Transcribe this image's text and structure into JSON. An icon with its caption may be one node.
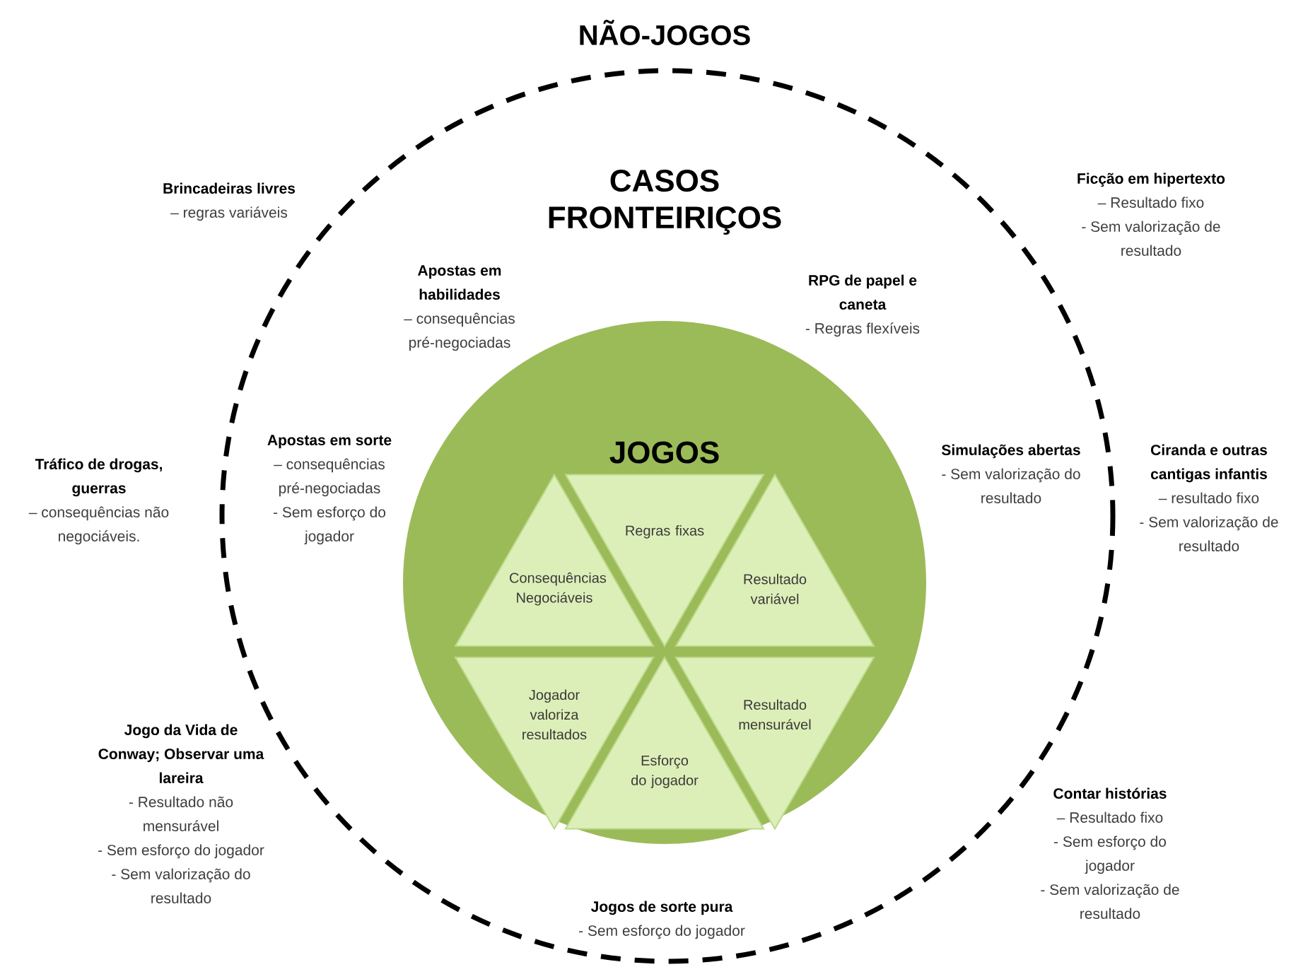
{
  "diagram": {
    "nodes": [
      {
        "text": [
          "CASOS FRONTEIRIÇOS"
        ]
      },
      {
        "text": [
          "JOGOS"
        ],
        "in": 0
      },
      {
        "text": [
          "Regras fixas"
        ],
        "in": 1
      },
      {
        "text": [
          "Consequências Negociáveis"
        ],
        "in": 1
      },
      {
        "text": [
          "Resultado variável"
        ],
        "in": 1
      },
      {
        "text": [
          "Jogador valoriza resultados"
        ],
        "in": 1
      },
      {
        "text": [
          "Resultado mensurável"
        ],
        "in": 1
      },
      {
        "text": [
          "Esforço do jogador"
        ],
        "in": 1
      }
    ],
    "labels": [
      "NÃO-JOGOS",
      "Brincadeiras livres",
      "– regras variáveis",
      "Ficção em hipertexto",
      "– Resultado fixo",
      "- Sem valorização de resultado",
      "Apostas em habilidades",
      "– consequências pré-negociadas",
      "RPG de papel e caneta",
      "- Regras flexíveis",
      "Tráfico de drogas, guerras",
      "– consequências não negociáveis.",
      "Apostas em sorte",
      "– consequências pré-negociadas",
      "- Sem esforço do jogador",
      "Simulações abertas",
      "- Sem valorização do resultado",
      "Ciranda e outras cantigas infantis",
      "– resultado fixo",
      "- Sem valorização de resultado",
      "Jogo da Vida de Conway; Observar uma lareira",
      "- Resultado não mensurável",
      "- Sem esforço do jogador",
      "- Sem valorização do resultado",
      "Jogos de sorte pura",
      "- Sem esforço do jogador",
      "Contar histórias",
      "– Resultado fixo",
      "- Sem esforço do jogador",
      "- Sem valorização de resultado"
    ]
  }
}
